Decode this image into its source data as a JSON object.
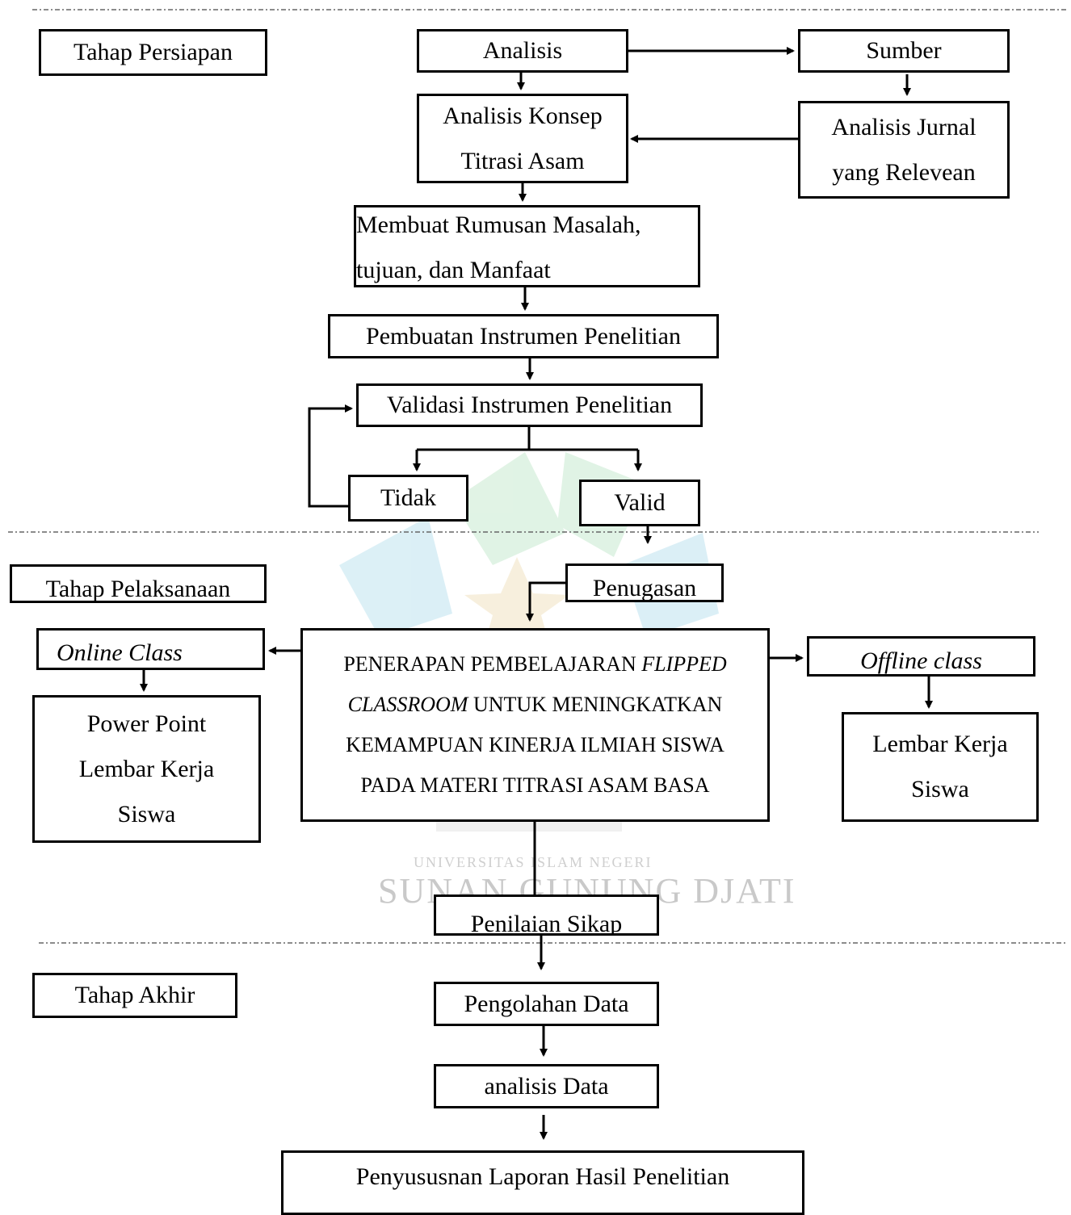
{
  "stages": {
    "prep": "Tahap Persiapan",
    "exec": "Tahap Pelaksanaan",
    "final": "Tahap Akhir"
  },
  "nodes": {
    "analisis": "Analisis",
    "sumber": "Sumber",
    "konsep": [
      "Analisis Konsep",
      "Titrasi Asam"
    ],
    "jurnal": [
      "Analisis Jurnal",
      "yang Relevean"
    ],
    "rumusan": [
      "Membuat Rumusan Masalah,",
      "tujuan, dan Manfaat"
    ],
    "pembuatan": "Pembuatan Instrumen Penelitian",
    "validasi": "Validasi Instrumen Penelitian",
    "tidak": "Tidak",
    "valid": "Valid",
    "penugasan": "Penugasan",
    "online": "Online Class",
    "offline": "Offline class",
    "main": {
      "line1_pre": "PENERAPAN PEMBELAJARAN ",
      "line1_em": "FLIPPED",
      "line2_em": "CLASSROOM",
      "line2_post": " UNTUK MENINGKATKAN",
      "line3": "KEMAMPUAN KINERJA ILMIAH SISWA",
      "line4": "PADA MATERI TITRASI ASAM BASA"
    },
    "online_media": [
      "Power Point",
      "Lembar Kerja",
      "Siswa"
    ],
    "offline_media": [
      "Lembar Kerja",
      "Siswa"
    ],
    "penilaian": "Penilaian Sikap",
    "pengolahan": "Pengolahan Data",
    "analisis_data": "analisis Data",
    "laporan": "Penyususnan Laporan Hasil Penelitian"
  },
  "watermark": {
    "line1": "UNIVERSITAS ISLAM NEGERI",
    "line2": "SUNAN GUNUNG DJATI",
    "colors": [
      "#bfe3ef",
      "#c8ead0",
      "#f1e3c2"
    ]
  }
}
